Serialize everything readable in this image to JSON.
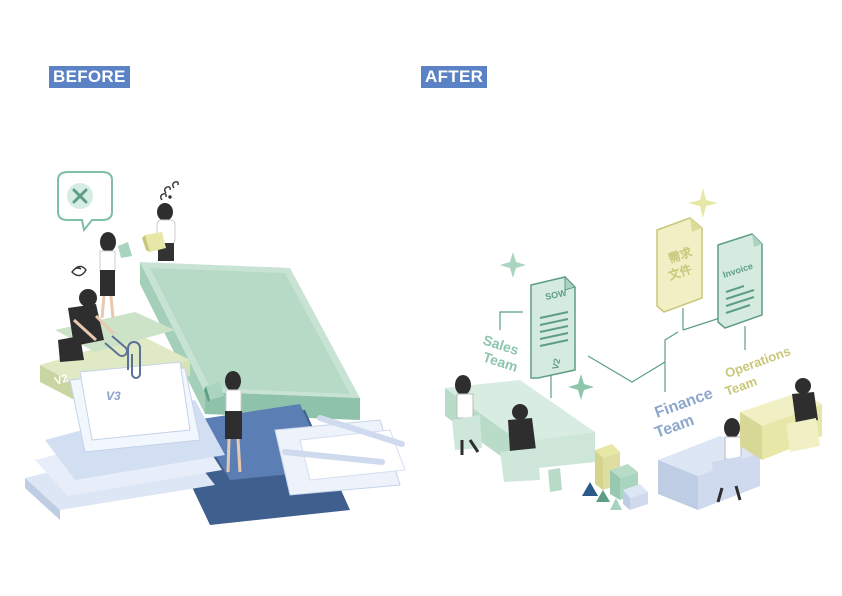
{
  "labels": {
    "before": "BEFORE",
    "after": "AFTER"
  },
  "before_scene": {
    "doc_versions": [
      "V2",
      "V3"
    ],
    "speech_icon": "x-mark-icon"
  },
  "after_scene": {
    "documents": [
      "SOW",
      "V2",
      "需求",
      "文件",
      "Invoice"
    ],
    "teams": [
      {
        "line1": "Sales",
        "line2": "Team"
      },
      {
        "line1": "Finance",
        "line2": "Team"
      },
      {
        "line1": "Operations",
        "line2": "Team"
      }
    ]
  },
  "colors": {
    "tag_bg": "#5b82c4",
    "mint": "#a9d4bf",
    "sage_dark": "#5e9e85",
    "navy": "#3f5f8f",
    "pale_blue": "#dde6f4",
    "olive_yellow": "#e7e7a8",
    "olive_text": "#c9c77a",
    "team_blue_text": "#8ea7cc"
  }
}
